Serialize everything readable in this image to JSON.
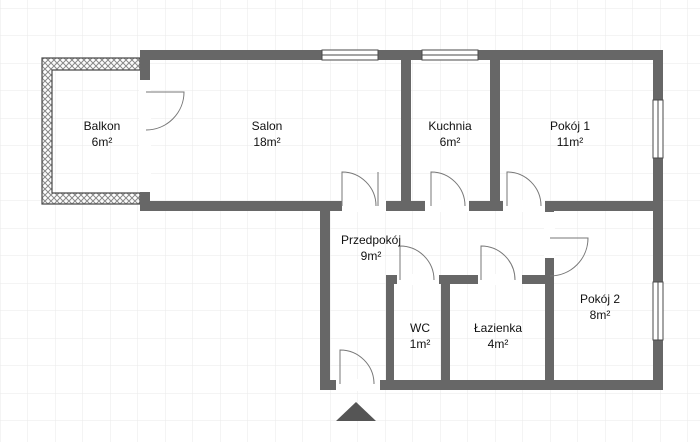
{
  "plan": {
    "colors": {
      "wall": "#676767",
      "wall_edge": "#4a4a4a",
      "grid": "#eaeaea",
      "label": "#111111",
      "door": "#777777",
      "entrance": "#555555",
      "balcony_hatch": "#888888"
    },
    "rooms": [
      {
        "id": "balkon",
        "name": "Balkon",
        "area": "6m²"
      },
      {
        "id": "salon",
        "name": "Salon",
        "area": "18m²"
      },
      {
        "id": "kuchnia",
        "name": "Kuchnia",
        "area": "6m²"
      },
      {
        "id": "pokoj1",
        "name": "Pokój 1",
        "area": "11m²"
      },
      {
        "id": "przedpokoj",
        "name": "Przedpokój",
        "area": "9m²"
      },
      {
        "id": "pokoj2",
        "name": "Pokój 2",
        "area": "8m²"
      },
      {
        "id": "wc",
        "name": "WC",
        "area": "1m²"
      },
      {
        "id": "lazienka",
        "name": "Łazienka",
        "area": "4m²"
      }
    ],
    "entrance_icon": "entrance-arrow-icon"
  }
}
